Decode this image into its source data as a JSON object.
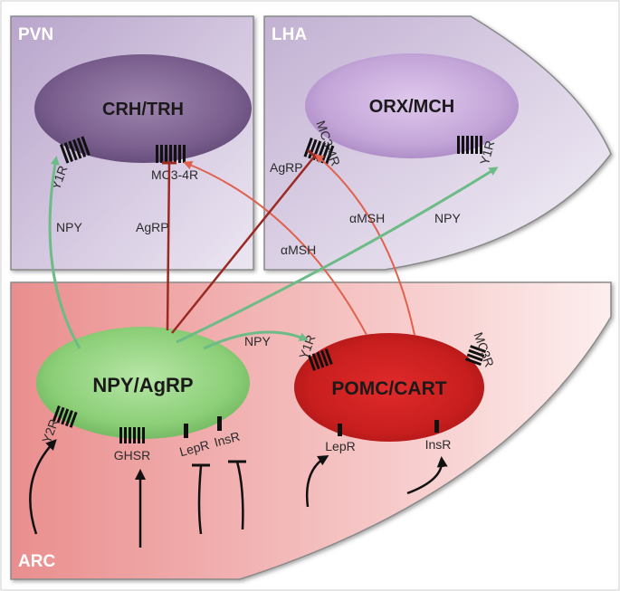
{
  "regions": {
    "pvn": "PVN",
    "lha": "LHA",
    "arc": "ARC"
  },
  "neurons": {
    "crh_trh": "CRH/TRH",
    "orx_mch": "ORX/MCH",
    "npy_agrp": "NPY/AgRP",
    "pomc_cart": "POMC/CART"
  },
  "receptors": {
    "pvn_y1r": "Y1R",
    "pvn_mc34r": "MC3-4R",
    "lha_mc34r": "MC3-4R",
    "lha_y1r": "Y1R",
    "pomc_y1r": "Y1R",
    "pomc_mc3r": "MC3R",
    "npy_y2r": "Y2R",
    "ghsr": "GHSR",
    "npy_lepr": "LepR",
    "npy_insr": "InsR",
    "pomc_lepr": "LepR",
    "pomc_insr": "InsR"
  },
  "signals": {
    "npy_to_pvn": "NPY",
    "agrp_to_pvn": "AgRP",
    "amsh_to_pvn": "αMSH",
    "agrp_to_lha": "AgRP",
    "amsh_to_lha": "αMSH",
    "npy_to_lha": "NPY",
    "npy_to_pomc": "NPY"
  },
  "colors": {
    "npy_arrow": "#6dbb86",
    "melanocortin_arrow": "#e0614d",
    "agrp_inhibit": "#9a2a22",
    "pvn_box": "#cfc0dc",
    "lha_box": "#d7cbe2",
    "arc_box": "#f0a7a7"
  }
}
